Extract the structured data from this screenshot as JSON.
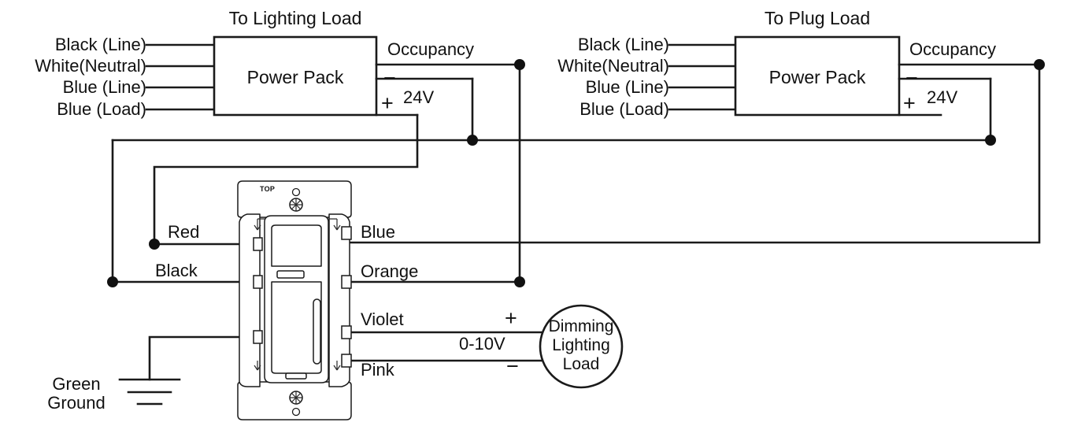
{
  "diagram": {
    "title_left": "To Lighting Load",
    "title_right": "To Plug Load",
    "power_pack_label": "Power Pack",
    "occupancy_label": "Occupancy",
    "voltage_label": "24V",
    "plus_sign": "+",
    "minus_sign": "−",
    "top_tag": "TOP"
  },
  "power_pack_left": {
    "title": "To Lighting Load",
    "body_label": "Power Pack",
    "inputs": [
      {
        "label": "Black (Line)"
      },
      {
        "label": "White(Neutral)"
      },
      {
        "label": "Blue (Line)"
      },
      {
        "label": "Blue (Load)"
      }
    ],
    "outputs": {
      "occupancy": "Occupancy",
      "minus": "−",
      "plus": "+",
      "volts": "24V"
    }
  },
  "power_pack_right": {
    "title": "To Plug Load",
    "body_label": "Power Pack",
    "inputs": [
      {
        "label": "Black (Line)"
      },
      {
        "label": "White(Neutral)"
      },
      {
        "label": "Blue (Line)"
      },
      {
        "label": "Blue (Load)"
      }
    ],
    "outputs": {
      "occupancy": "Occupancy",
      "minus": "−",
      "plus": "+",
      "volts": "24V"
    }
  },
  "sensor_switch": {
    "top_tag": "TOP",
    "left_wires": [
      {
        "label": "Red"
      },
      {
        "label": "Black"
      }
    ],
    "right_wires": [
      {
        "label": "Blue"
      },
      {
        "label": "Orange"
      },
      {
        "label": "Violet"
      },
      {
        "label": "Pink"
      }
    ],
    "ground": {
      "line1": "Green",
      "line2": "Ground"
    }
  },
  "dimming_load": {
    "line1": "Dimming",
    "line2": "Lighting",
    "line3": "Load",
    "control_signal": "0-10V",
    "plus": "+",
    "minus": "−"
  },
  "colors": {
    "stroke": "#1a1a1a",
    "text": "#111111",
    "background": "#ffffff",
    "junction_dot": "#111111"
  }
}
